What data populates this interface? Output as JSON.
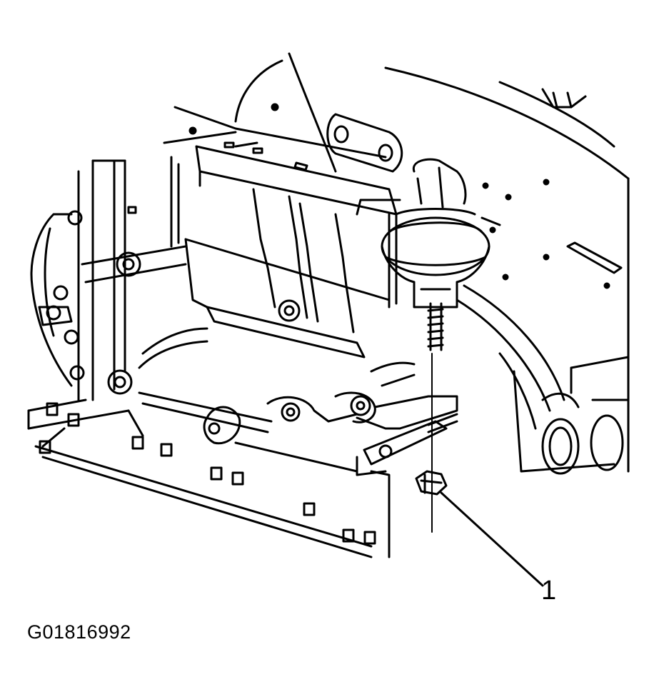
{
  "diagram": {
    "callouts": [
      {
        "label": "1",
        "part": "nut"
      }
    ],
    "figure_code": "G01816992",
    "colors": {
      "line": "#000000",
      "background": "#ffffff"
    }
  }
}
